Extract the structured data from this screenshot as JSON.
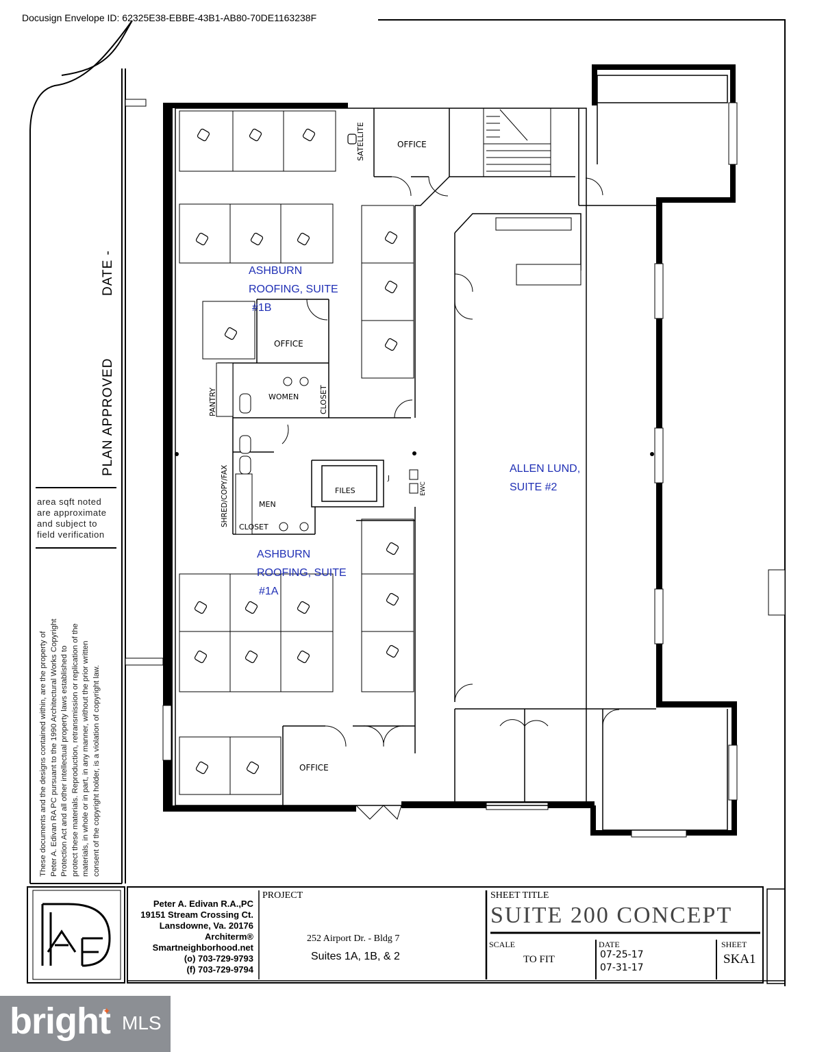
{
  "envelope_id": "Docusign Envelope ID: 62325E38-EBBE-43B1-AB80-70DE1163238F",
  "stamp": {
    "plan_approved": "PLAN APPROVED",
    "date": "DATE -"
  },
  "notes": [
    "area sqft noted",
    "are approximate",
    "and subject to",
    "field verification"
  ],
  "copyright_lines": [
    "These documents and the designs contained within, are the property of",
    "Peter A. Edivan RA PC pursuant to the 1990 Architectural Works Copyright",
    "Protection Act and all other intellectual property laws established to",
    "protect these materials. Reproduction, retransmission or replication of the",
    "materials, in whole or in part, in any manner, without the prior written",
    "consent of the copyright holder, is a violation of copyright law."
  ],
  "rooms": {
    "satellite": "SATELLITE",
    "office_top": "OFFICE",
    "office_mid": "OFFICE",
    "office_bottom": "OFFICE",
    "pantry": "PANTRY",
    "women": "WOMEN",
    "closet_upper": "CLOSET",
    "shred": "SHRED/COPY/FAX",
    "men": "MEN",
    "closet_lower": "CLOSET",
    "files": "FILES",
    "j": "J",
    "ewc": "EWC"
  },
  "tenants": {
    "suite_1b": [
      "ASHBURN",
      "ROOFING, SUITE",
      "#1B"
    ],
    "suite_1a": [
      "ASHBURN",
      "ROOFING, SUITE",
      "#1A"
    ],
    "suite_2": [
      "ALLEN LUND,",
      "SUITE #2"
    ]
  },
  "title_block": {
    "firm": [
      "Peter A. Edivan R.A.,PC",
      "19151 Stream Crossing Ct.",
      "Lansdowne, Va. 20176",
      "Architerm®",
      "Smartneighborhood.net",
      "(o) 703-729-9793",
      "(f) 703-729-9794"
    ],
    "project_label": "PROJECT",
    "project_address": "252 Airport Dr. - Bldg 7",
    "project_suites": "Suites 1A, 1B, & 2",
    "sheet_title_label": "SHEET TITLE",
    "sheet_title": "SUITE 200 CONCEPT",
    "scale_label": "SCALE",
    "scale_value": "TO FIT",
    "date_label": "DATE",
    "dates": [
      "07-25-17",
      "07-31-17"
    ],
    "sheet_label": "SHEET",
    "sheet_value": "SKA1"
  },
  "watermark": {
    "brand": "bright",
    "suffix": "MLS"
  }
}
